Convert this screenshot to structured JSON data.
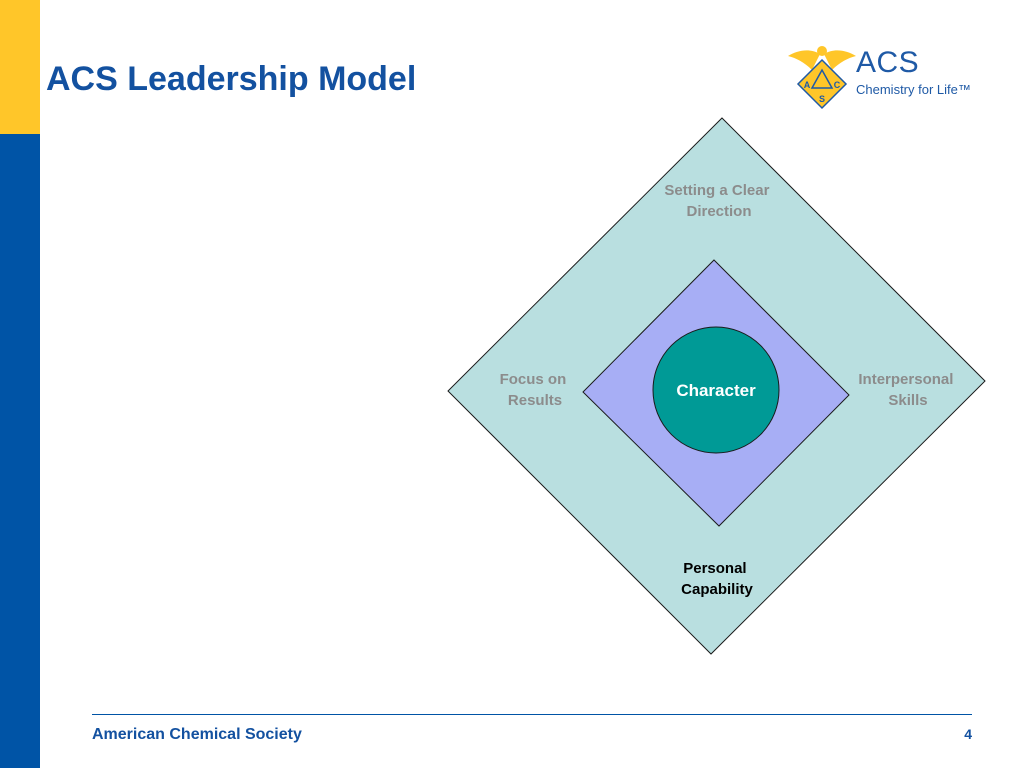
{
  "slide": {
    "title": "ACS Leadership Model",
    "footer_org": "American Chemical Society",
    "page_number": "4"
  },
  "logo": {
    "icon": "eagle-seal-icon",
    "name": "ACS",
    "tagline": "Chemistry for Life™",
    "seal_letters": [
      "A",
      "C",
      "S"
    ]
  },
  "diagram": {
    "outer_top": [
      "Setting a Clear",
      "Direction"
    ],
    "outer_left": [
      "Focus on",
      "Results"
    ],
    "outer_right": [
      "Interpersonal",
      "Skills"
    ],
    "outer_bottom": [
      "Personal",
      "Capability"
    ],
    "center": "Character"
  },
  "colors": {
    "accent_yellow": "#ffc629",
    "accent_blue": "#0054a6",
    "title_blue": "#1351a0",
    "outer_fill": "#b9dfe0",
    "inner_fill": "#a7aef5",
    "center_fill": "#009a96",
    "label_gray": "#8c8c8c"
  }
}
